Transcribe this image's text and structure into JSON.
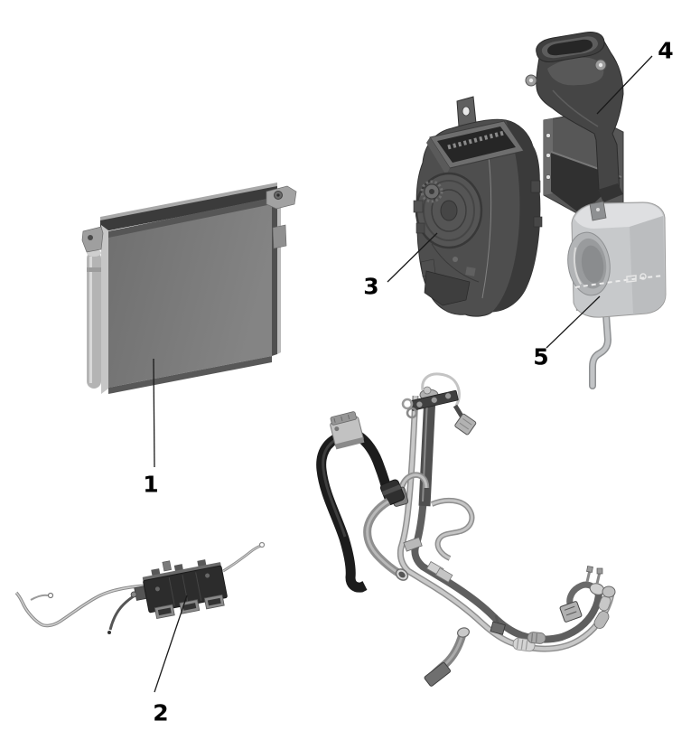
{
  "figure": {
    "type": "exploded-parts-diagram",
    "background_color": "#ffffff",
    "leader_line_color": "#1a1a1a",
    "label_color": "#000000",
    "callouts": [
      {
        "number": "1"
      },
      {
        "number": "2"
      },
      {
        "number": "3"
      },
      {
        "number": "4"
      },
      {
        "number": "5"
      }
    ],
    "palette": {
      "dark_part": "#4e4e4e",
      "mid_part": "#7b7b7b",
      "light_part": "#c7c9cb",
      "bracket_gray": "#575757",
      "hose_black": "#1c1c1c",
      "hose_gray": "#8f8f8f",
      "pipe_light": "#c8c8c8"
    }
  }
}
